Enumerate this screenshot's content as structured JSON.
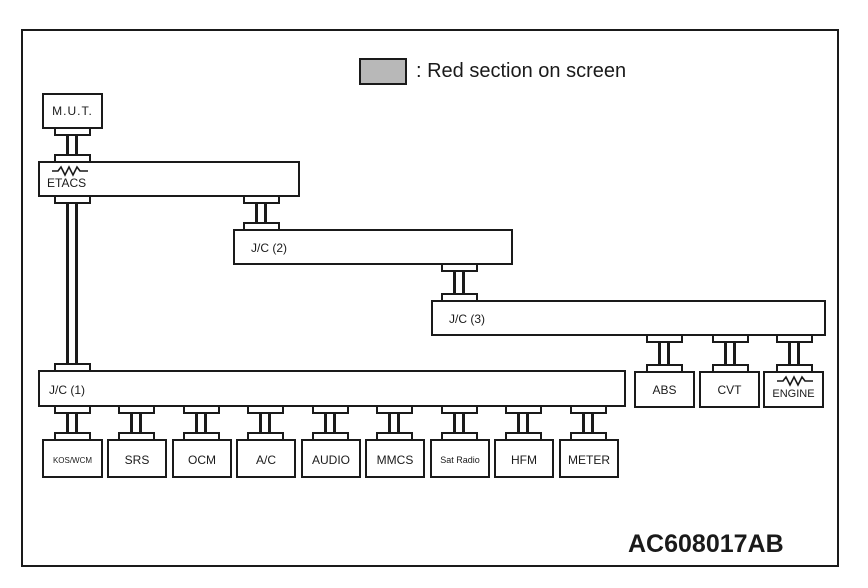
{
  "legend": {
    "text": ": Red section on screen",
    "swatch_color": "#b8b8b8"
  },
  "figure_code": "AC608017AB",
  "units": {
    "mut": "M.U.T.",
    "etacs": "ETACS",
    "jc1": "J/C (1)",
    "jc2": "J/C (2)",
    "jc3": "J/C (3)",
    "abs": "ABS",
    "cvt": "CVT",
    "engine": "ENGINE"
  },
  "jc1_branches": [
    "KOS/WCM",
    "SRS",
    "OCM",
    "A/C",
    "AUDIO",
    "MMCS",
    "Sat Radio",
    "HFM",
    "METER"
  ],
  "resistor_icon": "resistor-icon"
}
